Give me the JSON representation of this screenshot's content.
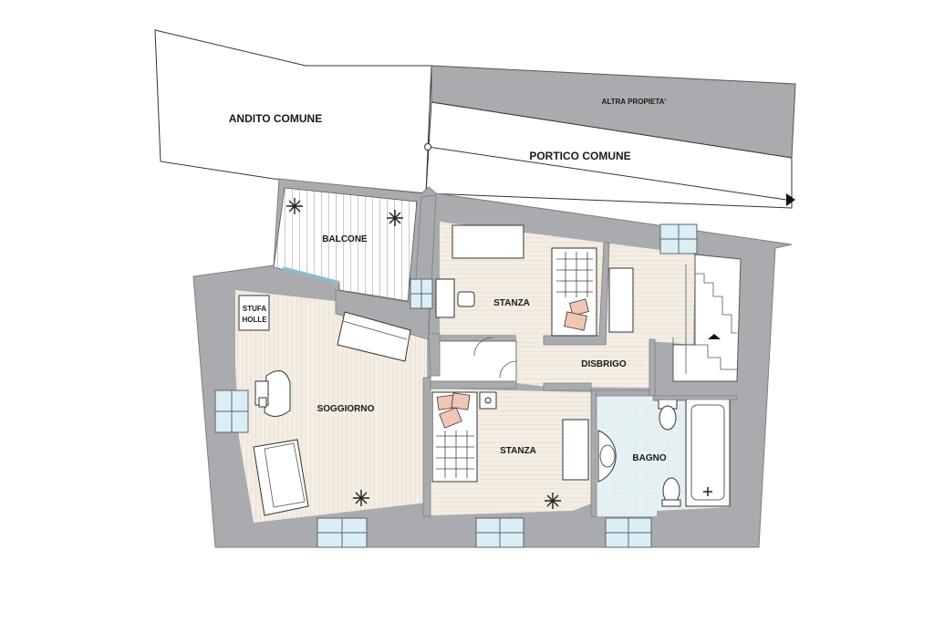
{
  "labels": {
    "andito_comune": "ANDITO COMUNE",
    "altra_proprieta": "ALTRA PROPIETA'",
    "portico_comune": "PORTICO COMUNE",
    "balcone": "BALCONE",
    "stufa": "STUFA",
    "holle": "HOLLE",
    "stanza_upper": "STANZA",
    "disbrigo": "DISBRIGO",
    "soggiorno": "SOGGIORNO",
    "stanza_lower": "STANZA",
    "bagno": "BAGNO"
  },
  "colors": {
    "wall": "#a9abae",
    "wall_stroke": "#7d7f82",
    "floor_wood": "#f3ede4",
    "floor_wood_line": "#e1d6c5",
    "bathroom_tile": "#e6f1f4",
    "window_glass": "#dbeef6",
    "pillow": "#f1c6b4",
    "dark_outline": "#333333"
  }
}
